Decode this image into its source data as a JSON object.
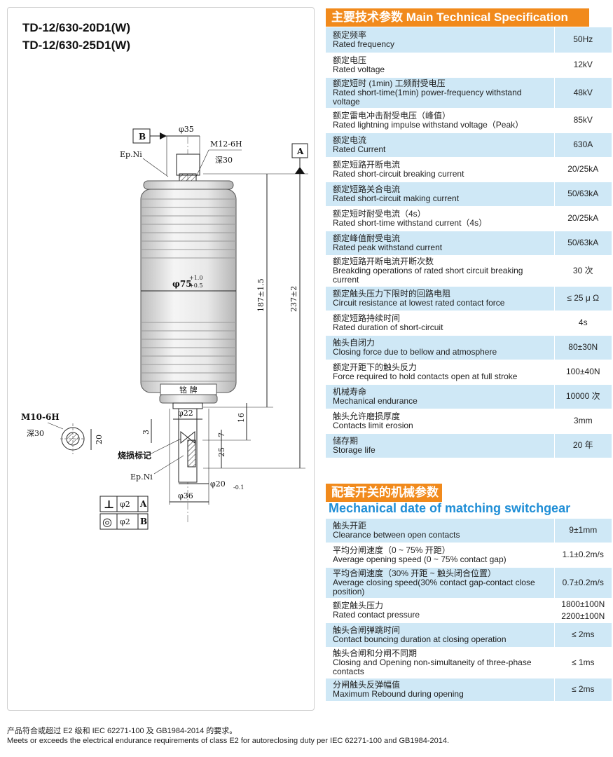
{
  "models": [
    "TD-12/630-20D1(W)",
    "TD-12/630-25D1(W)"
  ],
  "drawing": {
    "ref_b": "B",
    "ref_a": "A",
    "dia35": "φ35",
    "thread_top": "M12-6H",
    "depth_top": "深30",
    "ep_ni_top": "Ep.Ni",
    "dia75": "φ75",
    "dia75_tol_up": "+1.0",
    "dia75_tol_dn": "+0.5",
    "len187": "187±1.5",
    "len237": "237±2",
    "nameplate": "铭  牌",
    "dia22": "φ22",
    "dim16": "16",
    "dim3": "3",
    "dim7": "7",
    "dim25": "25",
    "thread_side": "M10-6H",
    "depth_side": "深30",
    "dim20": "20",
    "wear_mark": "烧损标记",
    "ep_ni_bot": "Ep.Ni",
    "dia20": "φ20",
    "dia20_tol": "-0.1",
    "dia36": "φ36",
    "tol1_sym": "⊥",
    "tol1_val": "φ2",
    "tol1_ref": "A",
    "tol2_sym": "◎",
    "tol2_val": "φ2",
    "tol2_ref": "B"
  },
  "main_spec": {
    "title": "主要技术参数 Main Technical Specification",
    "rows": [
      {
        "cn": "额定频率",
        "en": "Rated frequency",
        "value": "50Hz"
      },
      {
        "cn": "额定电压",
        "en": "Rated voltage",
        "value": "12kV"
      },
      {
        "cn": "额定短时 (1min) 工频耐受电压",
        "en": "Rated short-time(1min) power-frequency withstand voltage",
        "value": "48kV"
      },
      {
        "cn": "额定雷电冲击耐受电压（峰值）",
        "en": "Rated lightning impulse withstand voltage（Peak）",
        "value": "85kV"
      },
      {
        "cn": "额定电流",
        "en": "Rated Current",
        "value": "630A"
      },
      {
        "cn": "额定短路开断电流",
        "en": "Rated short-circuit breaking current",
        "value": "20/25kA"
      },
      {
        "cn": "额定短路关合电流",
        "en": "Rated short-circuit making current",
        "value": "50/63kA"
      },
      {
        "cn": "额定短时耐受电流（4s）",
        "en": "Rated short-time withstand current（4s）",
        "value": "20/25kA"
      },
      {
        "cn": "额定峰值耐受电流",
        "en": "Rated peak withstand current",
        "value": "50/63kA"
      },
      {
        "cn": "额定短路开断电流开断次数",
        "en": "Breakding operations of rated short circuit breaking current",
        "value": "30 次"
      },
      {
        "cn": "额定触头压力下限时的回路电阻",
        "en": "Circuit resistance at lowest rated contact force",
        "value": "≤ 25 μ Ω"
      },
      {
        "cn": "额定短路持续时间",
        "en": "Rated duration of short-circuit",
        "value": "4s"
      },
      {
        "cn": "触头自闭力",
        "en": "Closing force due to bellow and atmosphere",
        "value": "80±30N"
      },
      {
        "cn": "额定开距下的触头反力",
        "en": "Force required to hold contacts open at full stroke",
        "value": "100±40N"
      },
      {
        "cn": "机械寿命",
        "en": "Mechanical endurance",
        "value": "10000 次"
      },
      {
        "cn": "触头允许磨损厚度",
        "en": "Contacts limit erosion",
        "value": "3mm"
      },
      {
        "cn": "储存期",
        "en": "Storage life",
        "value": "20 年"
      }
    ]
  },
  "mech_spec": {
    "title_cn": "配套开关的机械参数",
    "title_en": "Mechanical date of matching switchgear",
    "rows": [
      {
        "cn": "触头开距",
        "en": "Clearance between open contacts",
        "value": "9±1mm"
      },
      {
        "cn": "平均分闸速度（0 ~ 75% 开距）",
        "en": "Average opening speed (0 ~ 75% contact gap)",
        "value": "1.1±0.2m/s"
      },
      {
        "cn": "平均合闸速度（30% 开距 ~ 触头闭合位置）",
        "en": "Average closing speed(30% contact gap-contact close position)",
        "value": "0.7±0.2m/s"
      },
      {
        "cn": "额定触头压力",
        "en": "Rated contact pressure",
        "value": "1800±100N",
        "value2": "2200±100N"
      },
      {
        "cn": "触头合闸弹跳时间",
        "en": "Contact bouncing duration at closing operation",
        "value": "≤ 2ms"
      },
      {
        "cn": "触头合闸和分闸不同期",
        "en": "Closing and Opening non-simultaneity of three-phase contacts",
        "value": "≤ 1ms"
      },
      {
        "cn": "分闸触头反弹幅值",
        "en": "Maximum Rebound during opening",
        "value": "≤ 2ms"
      }
    ]
  },
  "footer": {
    "cn": "产品符合或超过 E2 级和 IEC 62271-100 及 GB1984-2014 的要求。",
    "en": "Meets or exceeds the electrical endurance requirements of class E2 for autoreclosing duty per IEC 62271-100 and GB1984-2014."
  },
  "colors": {
    "orange": "#f18a1c",
    "light_blue": "#cfe8f6",
    "title_blue": "#1f8ed6"
  }
}
